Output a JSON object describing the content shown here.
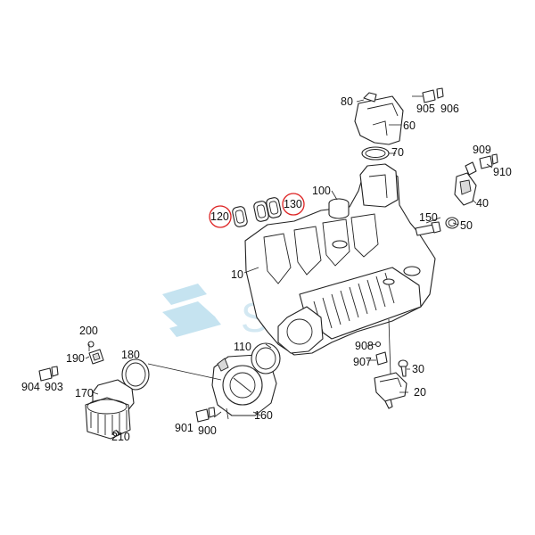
{
  "watermark": {
    "text": "SQL"
  },
  "colors": {
    "highlight": "#d22222",
    "line": "#222222",
    "watermark": "#bfe0ef"
  },
  "highlighted_parts": [
    "120",
    "130"
  ],
  "labels": {
    "p10": "10",
    "p20": "20",
    "p30": "30",
    "p40": "40",
    "p50": "50",
    "p60": "60",
    "p70": "70",
    "p80": "80",
    "p100": "100",
    "p110": "110",
    "p120": "120",
    "p130": "130",
    "p150": "150",
    "p160": "160",
    "p170": "170",
    "p180": "180",
    "p190": "190",
    "p200": "200",
    "p210": "210",
    "p900": "900",
    "p901": "901",
    "p903": "903",
    "p904": "904",
    "p905": "905",
    "p906": "906",
    "p907": "907",
    "p908": "908",
    "p909": "909",
    "p910": "910"
  }
}
